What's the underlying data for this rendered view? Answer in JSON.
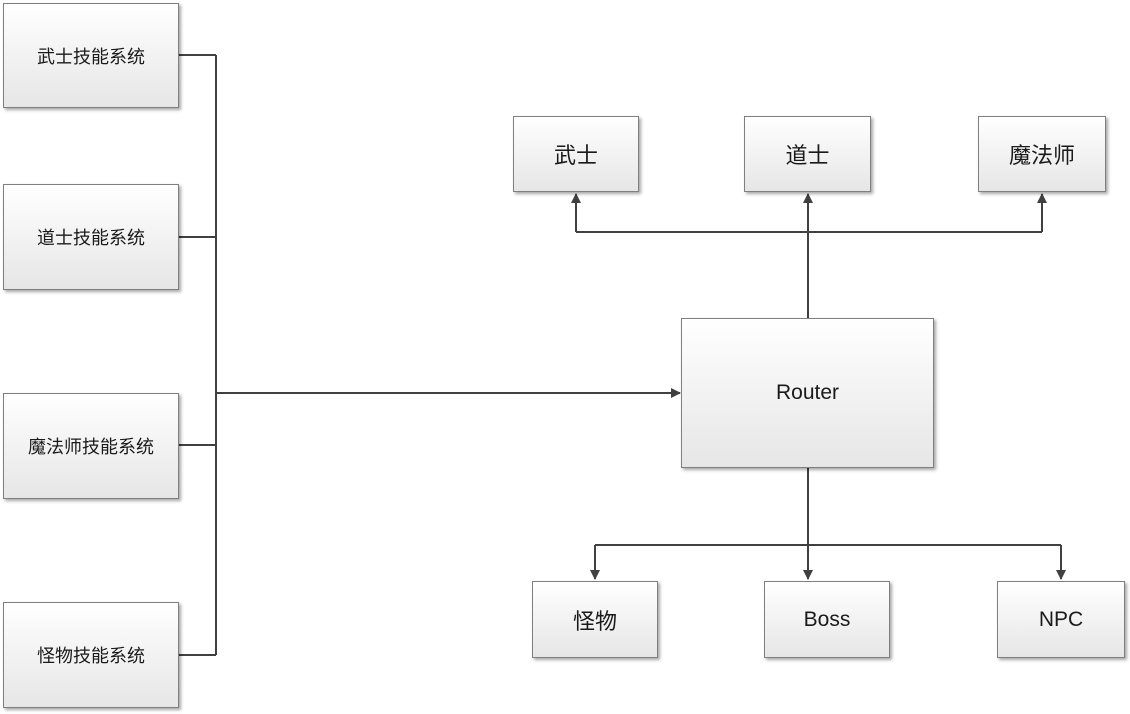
{
  "skill_systems": [
    {
      "label": "武士技能系统"
    },
    {
      "label": "道士技能系统"
    },
    {
      "label": "魔法师技能系统"
    },
    {
      "label": "怪物技能系统"
    }
  ],
  "router": {
    "label": "Router"
  },
  "classes": [
    {
      "label": "武士"
    },
    {
      "label": "道士"
    },
    {
      "label": "魔法师"
    }
  ],
  "entities": [
    {
      "label": "怪物"
    },
    {
      "label": "Boss"
    },
    {
      "label": "NPC"
    }
  ],
  "colors": {
    "line": "#404040",
    "box_border": "#7f7f7f",
    "box_fill_top": "#ffffff",
    "box_fill_bottom": "#e6e6e6"
  }
}
